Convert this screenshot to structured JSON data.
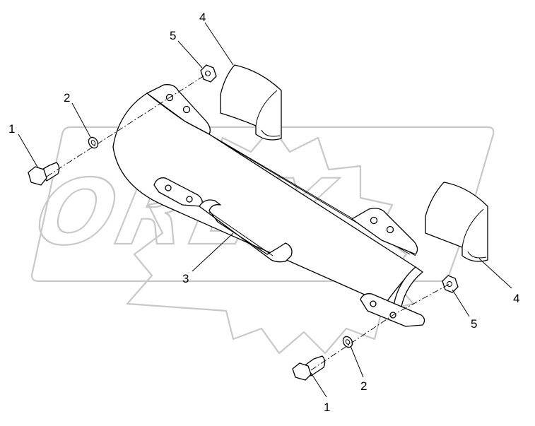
{
  "watermark": {
    "text": "OREX",
    "color": "#c8c8c8"
  },
  "corner_mark": "",
  "callouts": [
    {
      "id": "c1a",
      "label": "1",
      "part": "bolt"
    },
    {
      "id": "c2a",
      "label": "2",
      "part": "washer"
    },
    {
      "id": "c5a",
      "label": "5",
      "part": "nut"
    },
    {
      "id": "c4a",
      "label": "4",
      "part": "half-sleeve"
    },
    {
      "id": "c3",
      "label": "3",
      "part": "clamp-body-with-handle"
    },
    {
      "id": "c4b",
      "label": "4",
      "part": "half-sleeve"
    },
    {
      "id": "c5b",
      "label": "5",
      "part": "nut"
    },
    {
      "id": "c2b",
      "label": "2",
      "part": "washer"
    },
    {
      "id": "c1b",
      "label": "1",
      "part": "bolt"
    }
  ],
  "colors": {
    "line": "#000000",
    "background": "#ffffff",
    "watermark": "#c8c8c8"
  }
}
